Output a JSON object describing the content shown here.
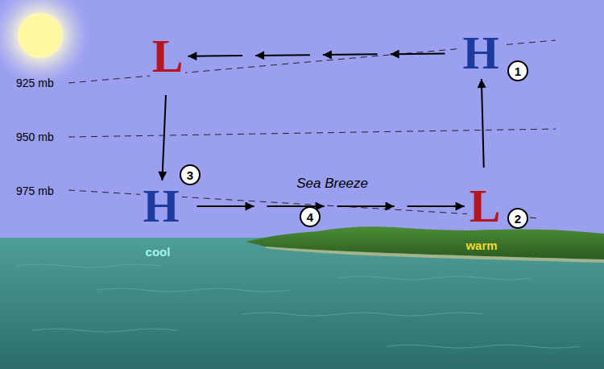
{
  "diagram": {
    "nodes": [
      {
        "text": [
          "L"
        ]
      },
      {
        "text": [
          "H"
        ]
      },
      {
        "text": [
          "1"
        ]
      },
      {
        "text": [
          "H"
        ]
      },
      {
        "text": [
          "3"
        ]
      },
      {
        "text": [
          "L"
        ]
      },
      {
        "text": [
          "2"
        ]
      },
      {
        "text": [
          "4"
        ]
      }
    ],
    "edges": [
      {
        "from": 1,
        "to": 0,
        "arrow": "to"
      },
      {
        "from": 0,
        "to": 3,
        "arrow": "to"
      },
      {
        "from": 3,
        "to": 5,
        "label": "Sea Breeze",
        "arrow": "to"
      },
      {
        "from": 5,
        "to": 1,
        "arrow": "to"
      }
    ],
    "labels": [
      "925 mb",
      "950 mb",
      "975 mb",
      "cool",
      "warm"
    ]
  }
}
